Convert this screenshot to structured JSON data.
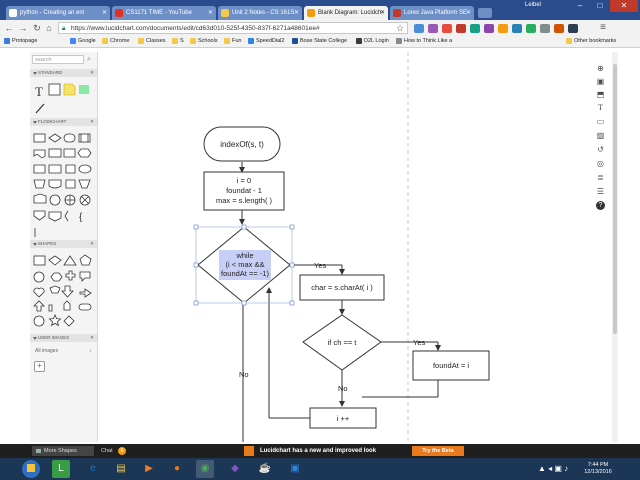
{
  "browser": {
    "tabs": [
      {
        "label": "python - Creating an em",
        "active": false,
        "color": "#ffffff"
      },
      {
        "label": "CS1171 TIME - YouTube",
        "active": false,
        "color": "#e52d27"
      },
      {
        "label": "Unit 2 Notes - CS 161S",
        "active": false,
        "color": "#f2c94c"
      },
      {
        "label": "Blank Diagram: Lucidch",
        "active": true,
        "color": "#f39c12"
      },
      {
        "label": "Lorex Java Platform SE",
        "active": false,
        "color": "#c0392b"
      }
    ],
    "user": "Leibel",
    "window_controls": {
      "minimize": "–",
      "maximize": "□",
      "close": "✕"
    },
    "url": "https://www.lucidchart.com/documents/edit/cd63d010-525f-4350-837f-6271a48601ee#",
    "bookmarks": [
      {
        "label": "Protopage",
        "color": "#3b7dd8"
      },
      {
        "label": "Google",
        "color": "#4285f4"
      },
      {
        "label": "Chrome",
        "color": "#888888"
      },
      {
        "label": "Classes",
        "color": "#888888"
      },
      {
        "label": "S",
        "color": "#888888"
      },
      {
        "label": "Schools",
        "color": "#888888"
      },
      {
        "label": "Fun",
        "color": "#888888"
      },
      {
        "label": "SpeedDial2",
        "color": "#2e86de"
      },
      {
        "label": "Bose State College",
        "color": "#1f4e99"
      },
      {
        "label": "D2L Login",
        "color": "#3a3a3a"
      },
      {
        "label": "How to Think Like a",
        "color": "#888888"
      },
      {
        "label": "Other bookmarks",
        "color": "#f2c94c"
      }
    ]
  },
  "left_panel": {
    "search_placeholder": "search",
    "sections": {
      "standard": "STANDARD",
      "flowchart": "FLOWCHART",
      "shapes": "SHAPES",
      "user_images": "USER IMAGES"
    },
    "close_glyph": "✕",
    "all_images_label": "All images",
    "all_images_arrow": "↕",
    "add_glyph": "+"
  },
  "diagram": {
    "start": "indexOf(s, t)",
    "init": [
      "i = 0",
      "foundat - 1",
      "max = s.length( )"
    ],
    "loop": [
      "while",
      "(i < max  &&",
      "foundAt == -1)"
    ],
    "charAssign": "char = s.charAt( i )",
    "ifcond": "if ch == t",
    "found": "foundAt = i",
    "incr": "i ++",
    "yes1": "Yes",
    "yes2": "Yes",
    "no1": "No",
    "no2": "No"
  },
  "right_toolbar": {
    "icons": [
      "⊕",
      "▣",
      "⬒",
      "T",
      "▭",
      "▨",
      "↺",
      "◎",
      "≣",
      "☰",
      "?"
    ]
  },
  "bottom_bar": {
    "more_shapes": "More Shapes",
    "chat": "Chat",
    "chat_count": "0",
    "message": "Lucidchart has a new and improved look",
    "try_beta": "Try the Beta"
  },
  "taskbar": {
    "apps": [
      {
        "name": "lucid",
        "glyph": "L",
        "color": "#3a9b46"
      },
      {
        "name": "ie",
        "glyph": "e",
        "color": "#1e74c6"
      },
      {
        "name": "explorer",
        "glyph": "▤",
        "color": "#f2c94c"
      },
      {
        "name": "media",
        "glyph": "▶",
        "color": "#e67e22"
      },
      {
        "name": "firefox",
        "glyph": "●",
        "color": "#e8741c"
      },
      {
        "name": "chrome",
        "glyph": "◉",
        "color": "#4caf50"
      },
      {
        "name": "vs",
        "glyph": "◆",
        "color": "#7e57c2"
      },
      {
        "name": "java",
        "glyph": "☕",
        "color": "#ffffff"
      },
      {
        "name": "app9",
        "glyph": "▣",
        "color": "#2e86de"
      }
    ],
    "tray_icons": "▲ ◂ ▣ ♪",
    "time": "7:44 PM",
    "date": "12/13/2016"
  }
}
